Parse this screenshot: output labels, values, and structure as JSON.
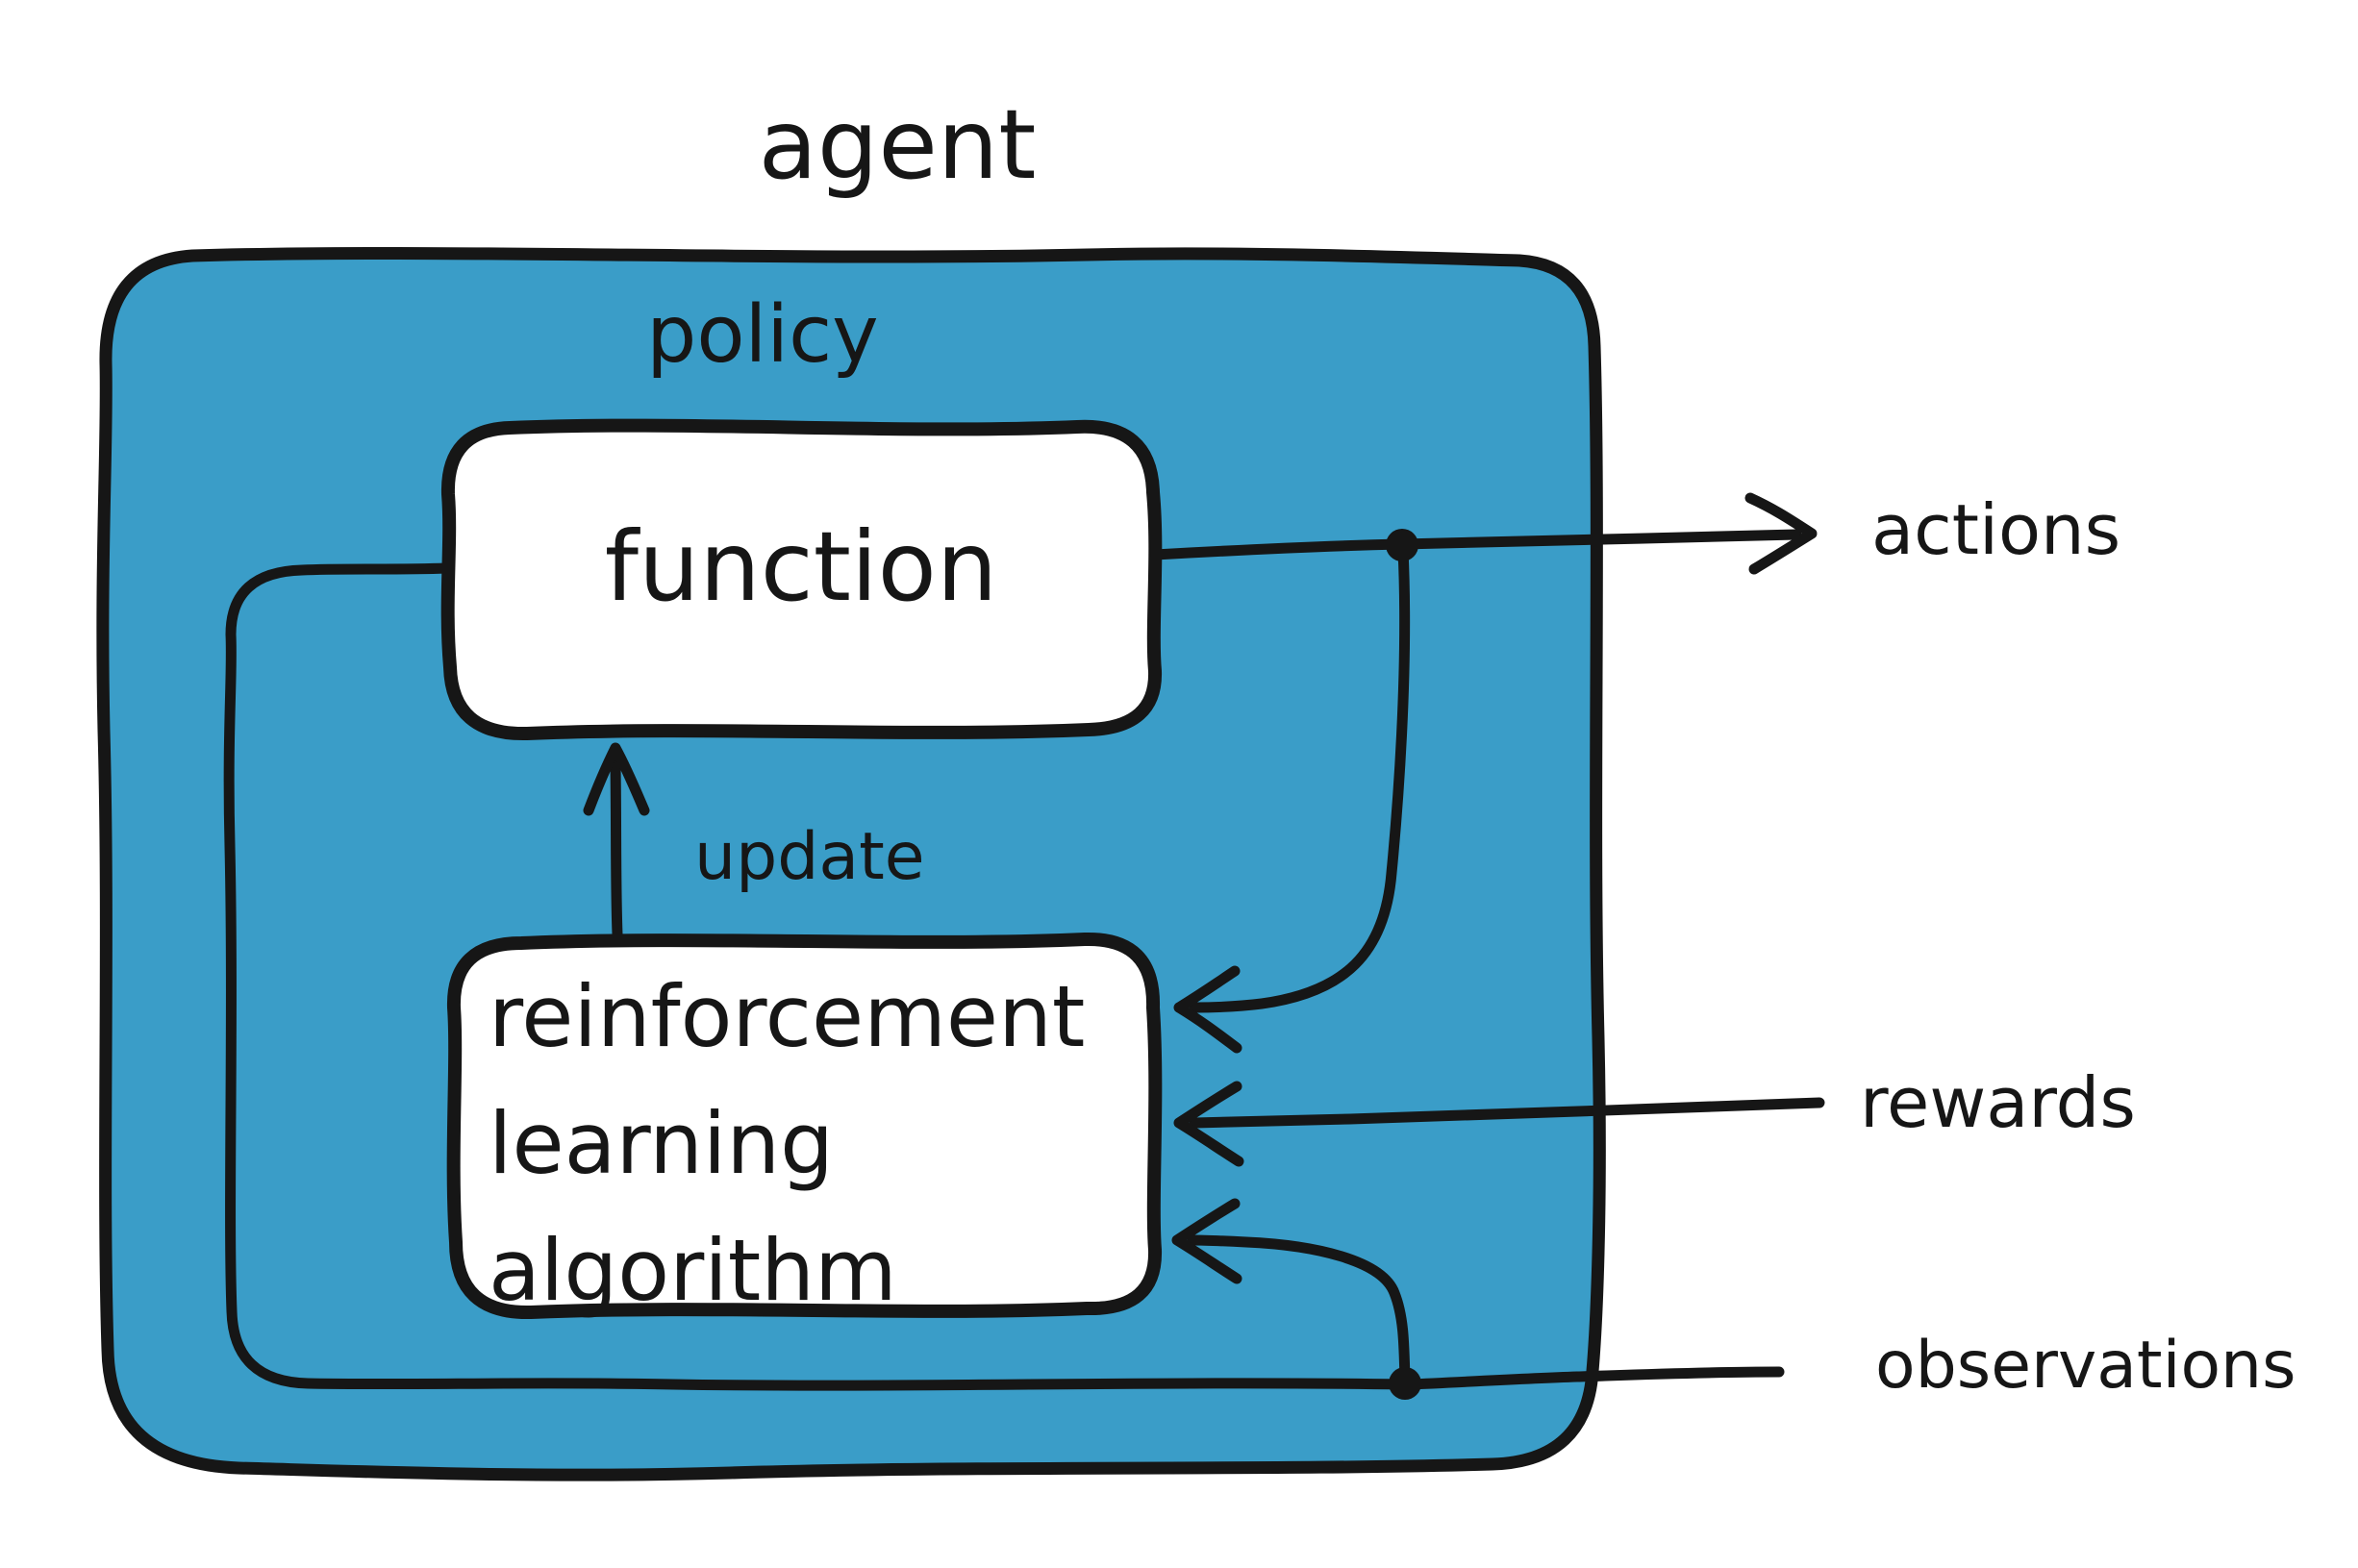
{
  "title": "agent",
  "colors": {
    "agent_fill": "#3A9DC8",
    "node_fill": "#FFFFFF",
    "ink": "#161616",
    "background": "#FFFFFF"
  },
  "labels": {
    "agent": "agent",
    "policy": "policy",
    "update": "update",
    "actions": "actions",
    "rewards": "rewards",
    "observations": "observations"
  },
  "nodes": {
    "function": {
      "label": "function"
    },
    "rl_algorithm": {
      "label_lines": [
        "reinforcement",
        "learning",
        "algorithm"
      ]
    }
  },
  "connections": {
    "outgoing": [
      {
        "label": "actions",
        "from": "function"
      }
    ],
    "incoming": [
      {
        "label": "rewards",
        "to": "rl_algorithm"
      },
      {
        "label": "observations",
        "to_both": [
          "function",
          "rl_algorithm"
        ]
      }
    ],
    "internal": [
      {
        "label": "update",
        "from": "rl_algorithm",
        "to": "function"
      },
      {
        "label": "actions",
        "from": "function",
        "to": "rl_algorithm"
      }
    ]
  }
}
